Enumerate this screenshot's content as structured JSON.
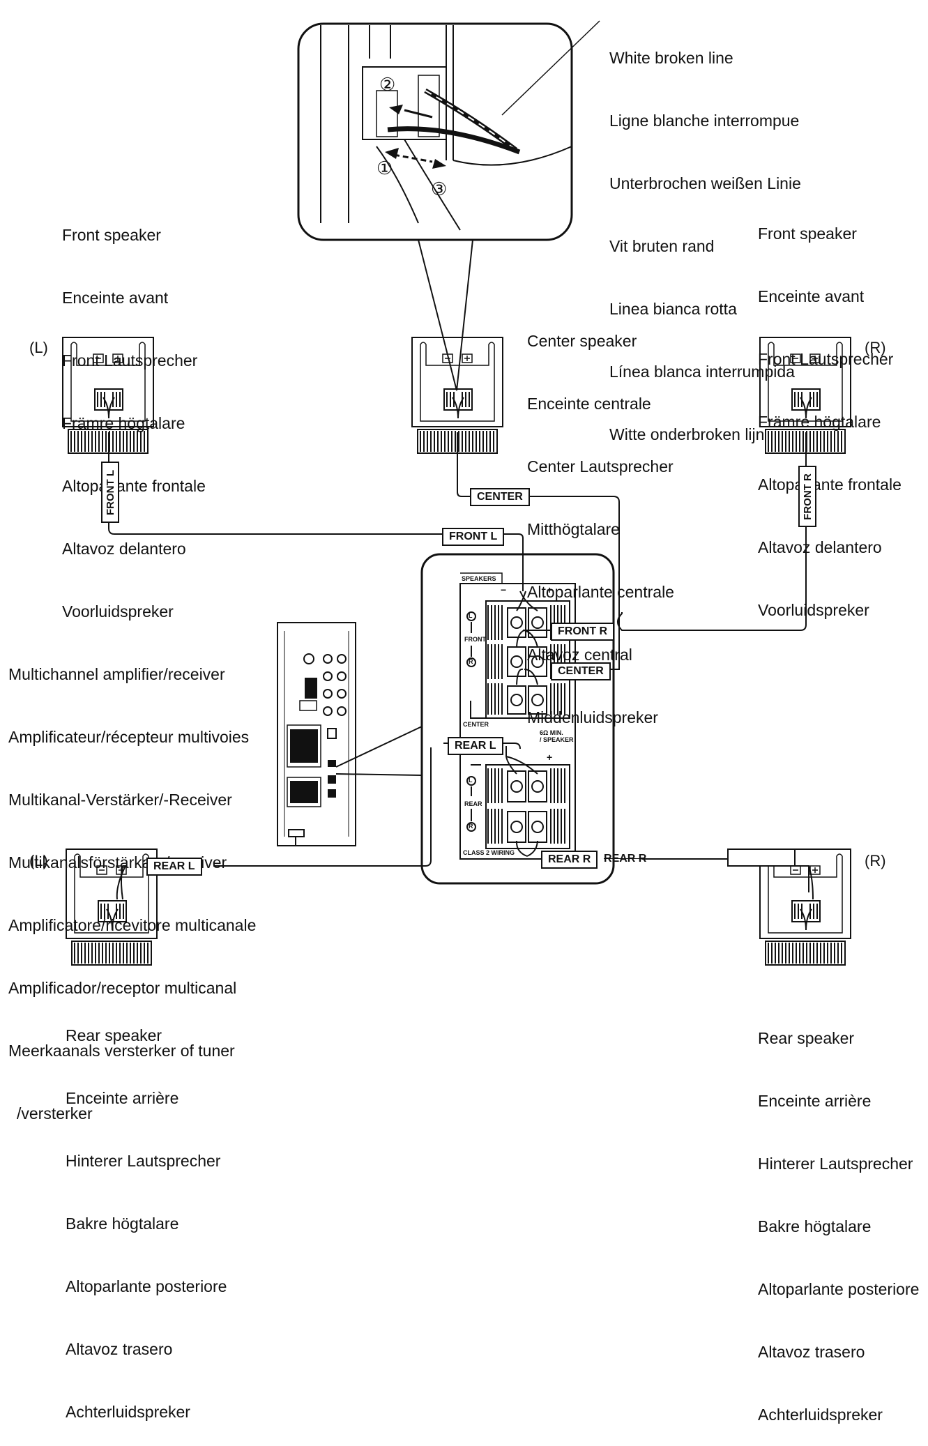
{
  "callout": {
    "labels": [
      "White broken line",
      "Ligne blanche interrompue",
      "Unterbrochen weißen Linie",
      "Vit bruten rand",
      "Linea bianca rotta",
      "Línea blanca interrumpida",
      "Witte onderbroken lijn"
    ],
    "steps": [
      "①",
      "②",
      "③"
    ]
  },
  "front_left": {
    "labels": [
      "Front speaker",
      "Enceinte avant",
      "Front Lautsprecher",
      "Främre högtalare",
      "Altoparlante frontale",
      "Altavoz delantero",
      "Voorluidspreker"
    ],
    "side": "(L)"
  },
  "front_right": {
    "labels": [
      "Front speaker",
      "Enceinte avant",
      "Front Lautsprecher",
      "Främre högtalare",
      "Altoparlante frontale",
      "Altavoz delantero",
      "Voorluidspreker"
    ],
    "side": "(R)"
  },
  "center": {
    "labels": [
      "Center speaker",
      "Enceinte centrale",
      "Center Lautsprecher",
      "Mitthögtalare",
      "Altoparlante centrale",
      "Altavoz central",
      "Middenluidspreker"
    ]
  },
  "amplifier": {
    "labels": [
      "Multichannel amplifier/receiver",
      "Amplificateur/récepteur multivoies",
      "Multikanal-Verstärker/-Receiver",
      "Multikanalsförstärkare/receiver",
      "Amplificatore/ricevitore multicanale",
      "Amplificador/receptor multicanal",
      "Meerkaanals versterker of tuner",
      "/versterker"
    ]
  },
  "rear_left": {
    "labels": [
      "Rear speaker",
      "Enceinte arrière",
      "Hinterer Lautsprecher",
      "Bakre högtalare",
      "Altoparlante posteriore",
      "Altavoz trasero",
      "Achterluidspreker"
    ],
    "side": "(L)"
  },
  "rear_right": {
    "labels": [
      "Rear speaker",
      "Enceinte arrière",
      "Hinterer Lautsprecher",
      "Bakre högtalare",
      "Altoparlante posteriore",
      "Altavoz trasero",
      "Achterluidspreker"
    ],
    "side": "(R)"
  },
  "cable_tags": {
    "front_l_vertical": "FRONT L",
    "front_r_vertical": "FRONT R",
    "center": "CENTER",
    "front_l": "FRONT L",
    "front_r": "FRONT R",
    "center_panel": "CENTER",
    "rear_l_panel": "REAR L",
    "rear_l": "REAR L",
    "rear_r": "REAR R",
    "rear_r_overstrike": "REAR R"
  },
  "panel": {
    "speakers": "SPEAKERS",
    "minus": "−",
    "plus": "+",
    "front": "FRONT",
    "center": "CENTER",
    "rear": "REAR",
    "l": "L",
    "r": "R",
    "impedance": "6Ω MIN.\n/ SPEAKER",
    "wiring": "CLASS 2 WIRING"
  }
}
